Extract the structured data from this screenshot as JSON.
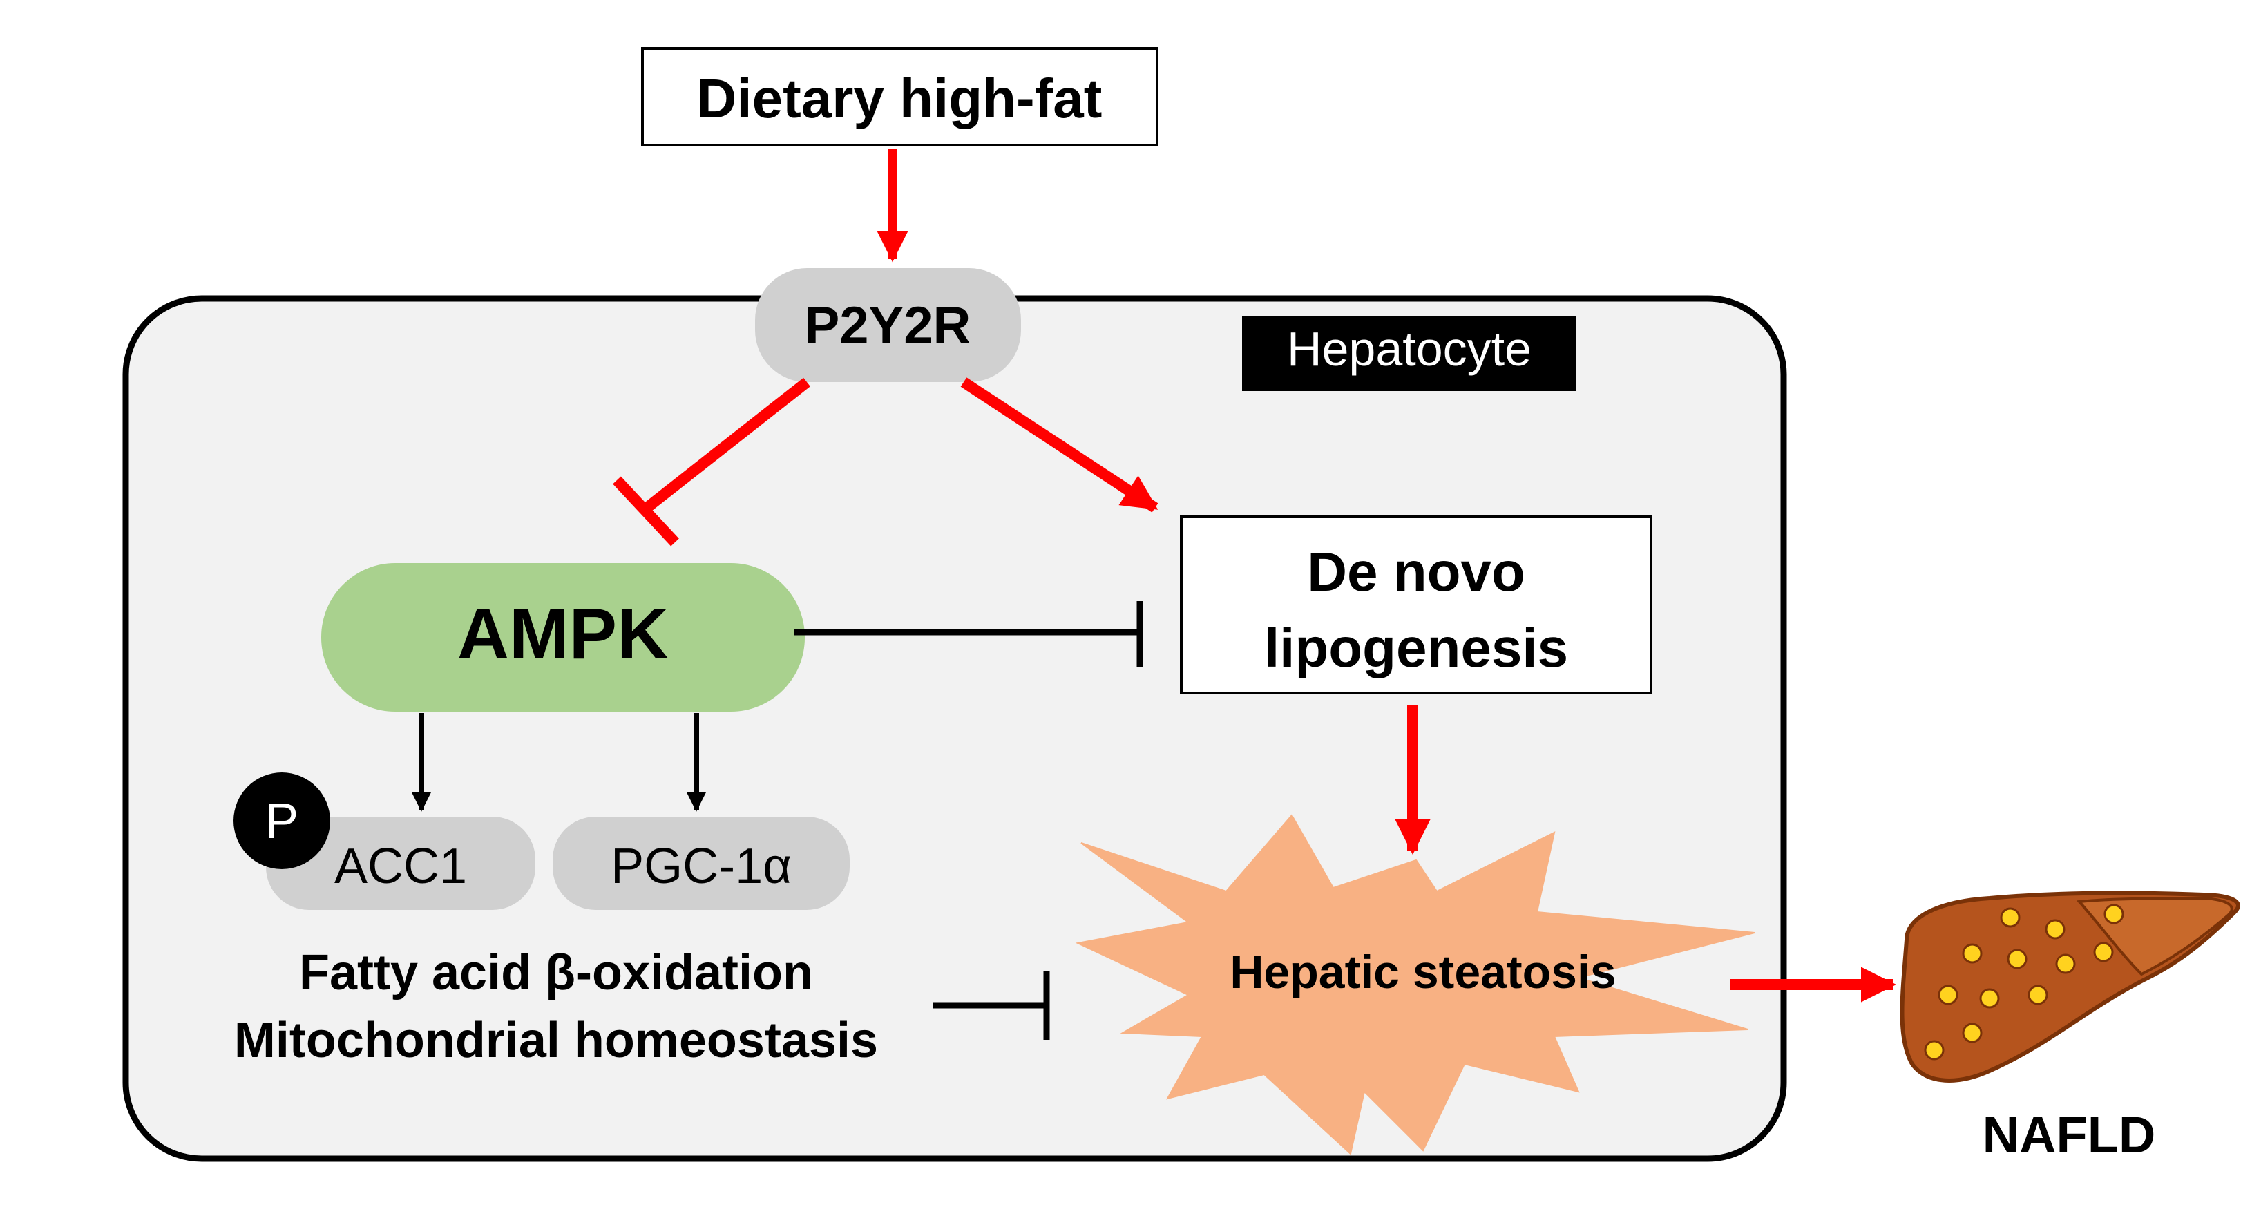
{
  "input_label": "Dietary high-fat",
  "cell_label": "Hepatocyte",
  "receptor": "P2Y2R",
  "ampk": "AMPK",
  "dnl_line1": "De novo",
  "dnl_line2": "lipogenesis",
  "phospho": "P",
  "acc1": "ACC1",
  "pgc": "PGC-1α",
  "fao_line1": "Fatty acid β-oxidation",
  "fao_line2": "Mitochondrial homeostasis",
  "steatosis": "Hepatic steatosis",
  "outcome": "NAFLD",
  "colors": {
    "activation_arrow": "#ff0000",
    "inhibition_arrow": "#000000",
    "ampk_fill": "#a9d18e",
    "node_fill": "#d0d0d0",
    "cell_fill": "#f2f2f2",
    "burst_fill": "#f8b183",
    "liver_fill": "#b5541d",
    "droplet_fill": "#ffd21f"
  },
  "icons": [
    "liver-icon",
    "phospho-badge-icon",
    "starburst-icon"
  ]
}
